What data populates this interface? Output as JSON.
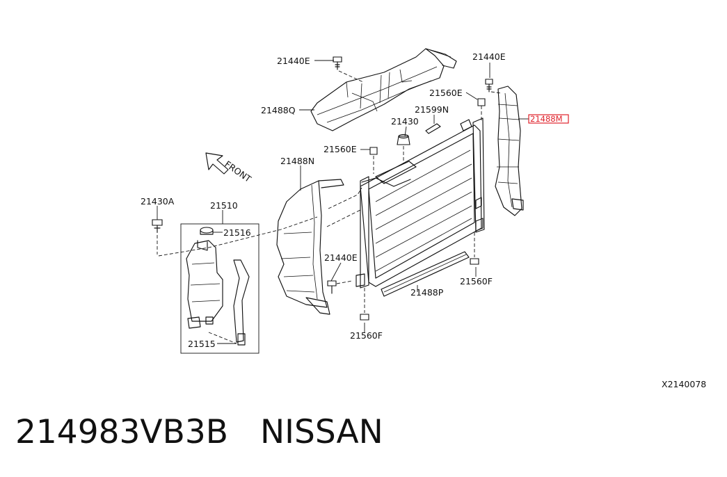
{
  "diagram_code": "X2140078",
  "front_label": "FRONT",
  "caption": {
    "part_number": "214983VB3B",
    "brand": "NISSAN"
  },
  "highlight_color": "#e0222b",
  "labels": {
    "l_21440e_top_left": "21440E",
    "l_21440e_top_right": "21440E",
    "l_21560e_upper": "21560E",
    "l_21599n": "21599N",
    "l_21488q": "21488Q",
    "l_21430": "21430",
    "l_21560e_mid": "21560E",
    "l_21488n": "21488N",
    "l_21488m": "21488M",
    "l_21430a": "21430A",
    "l_21510": "21510",
    "l_21516": "21516",
    "l_21440e_low": "21440E",
    "l_21560f_right": "21560F",
    "l_21488p": "21488P",
    "l_21560f_bottom": "21560F",
    "l_21515": "21515"
  }
}
